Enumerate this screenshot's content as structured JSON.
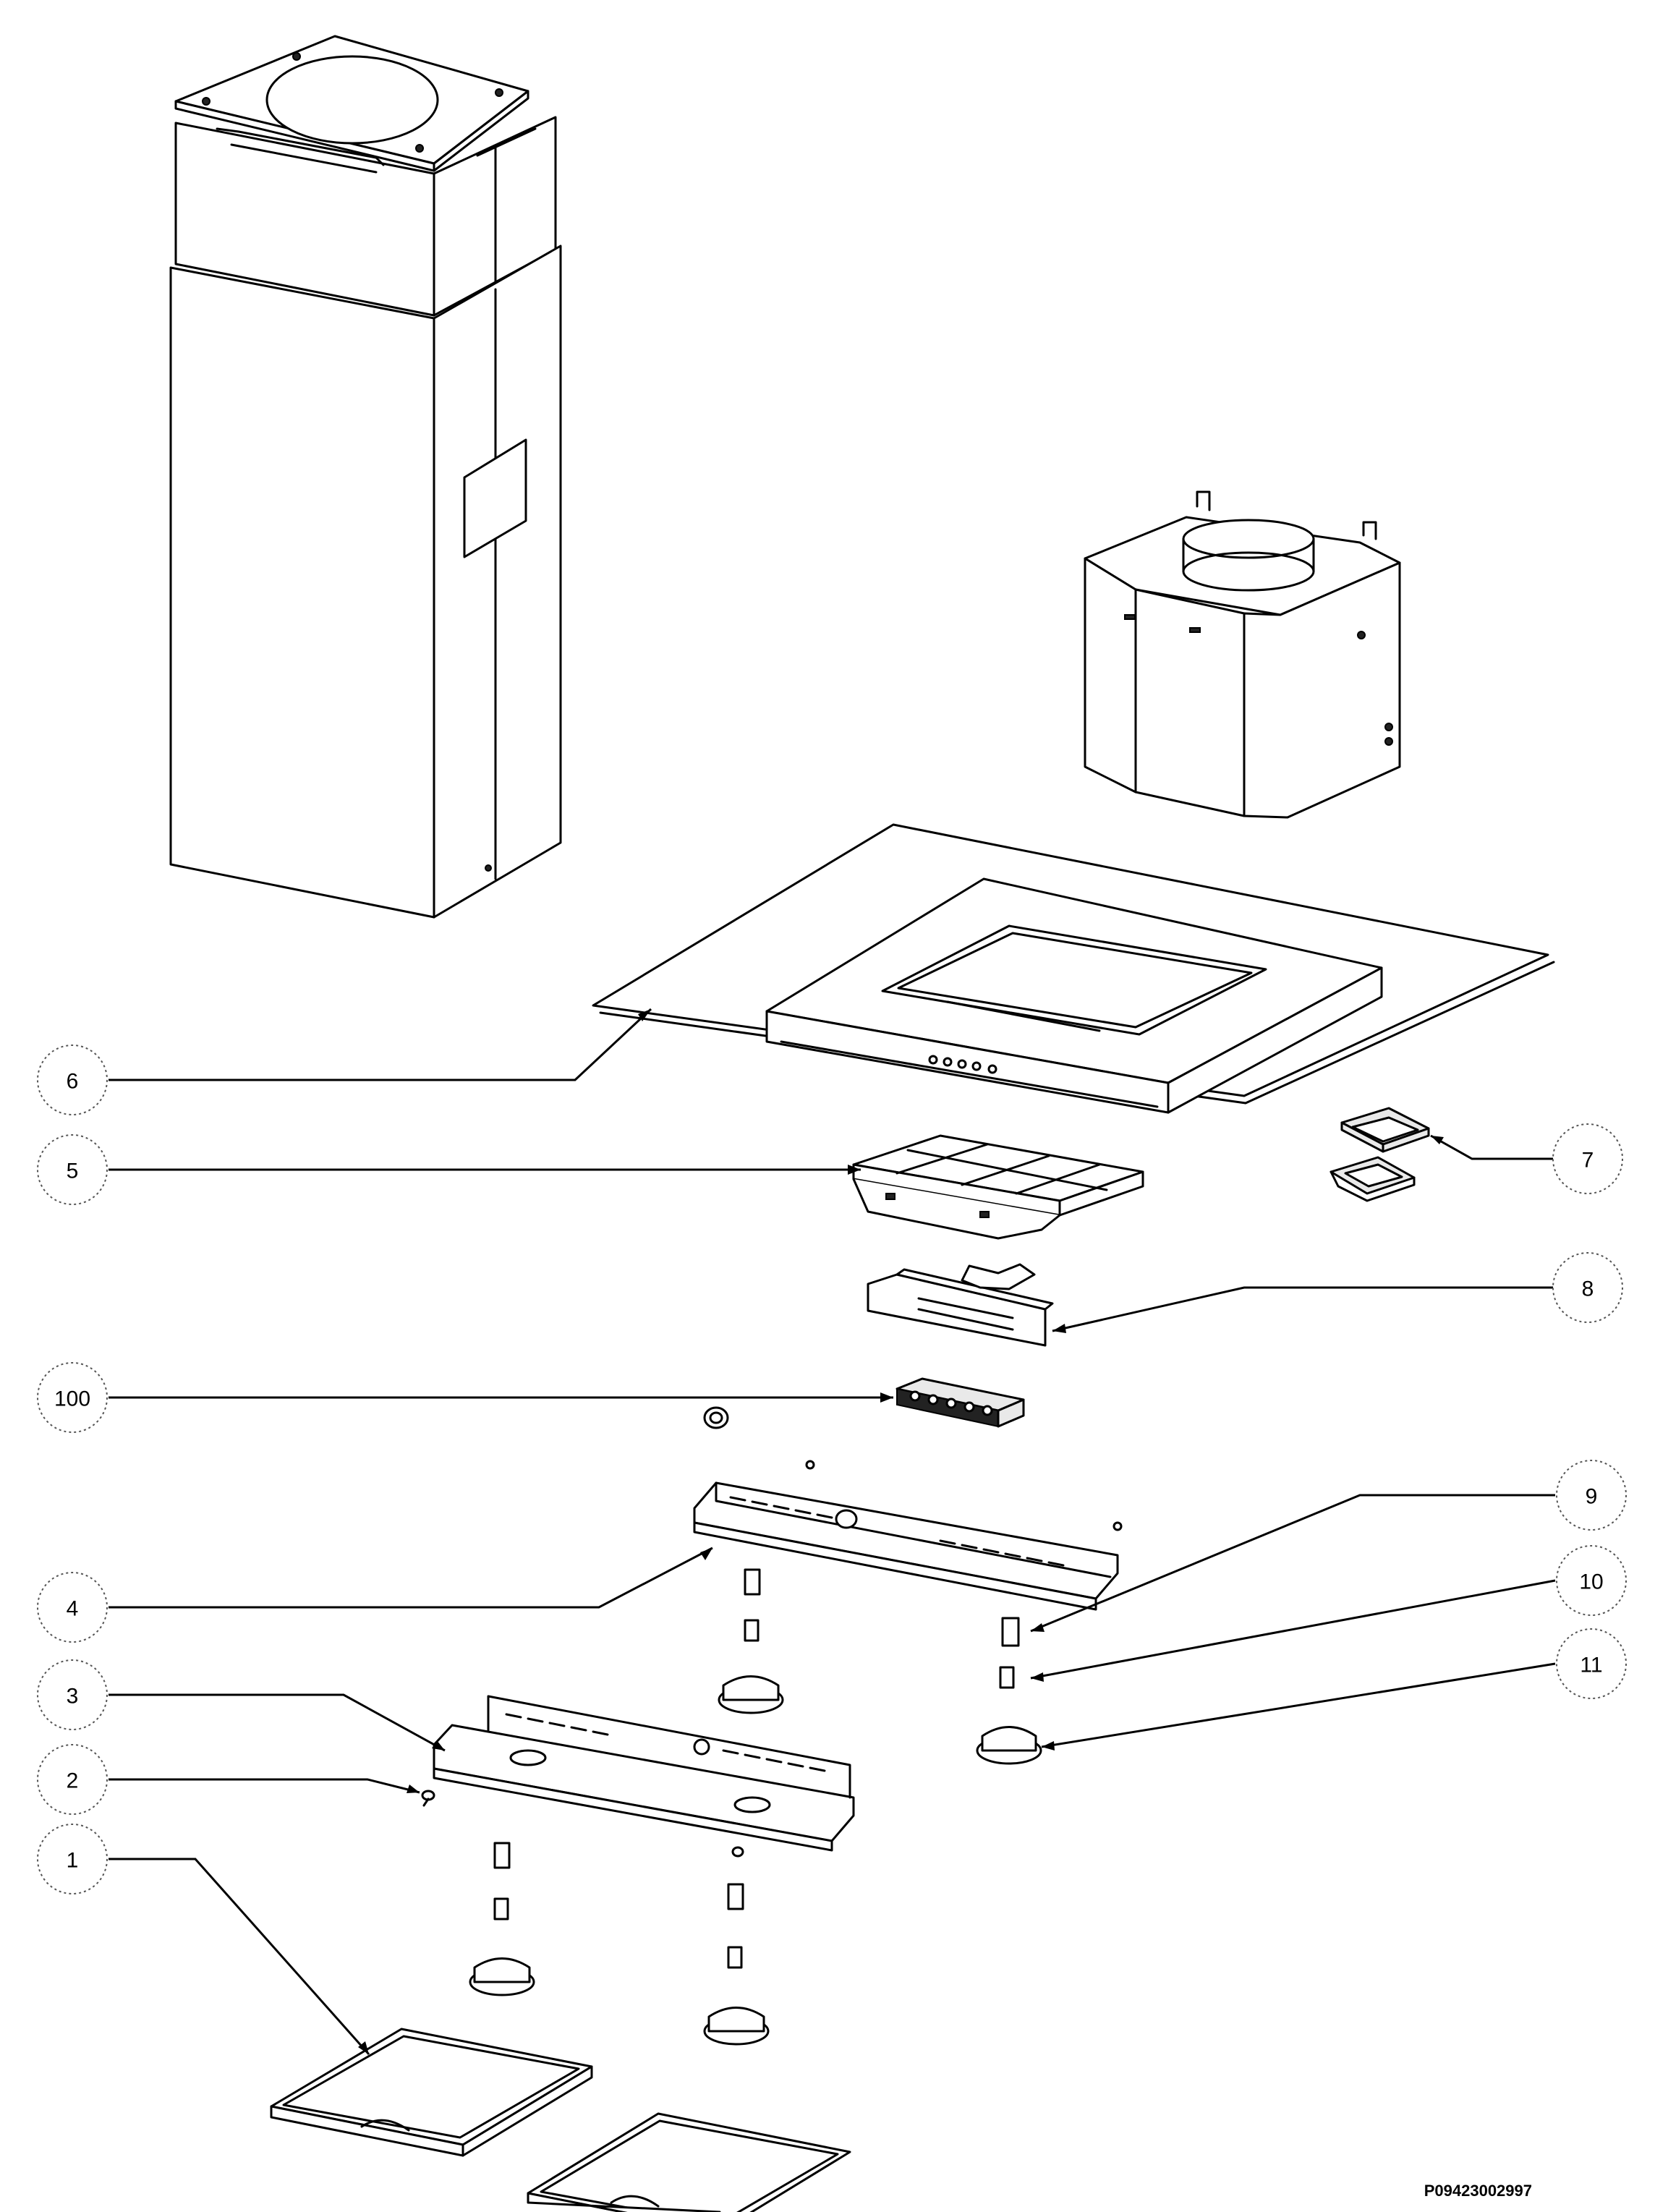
{
  "document": {
    "reference_code": "P09423002997"
  },
  "callouts": [
    {
      "id": "c6",
      "label": "6"
    },
    {
      "id": "c5",
      "label": "5"
    },
    {
      "id": "c7",
      "label": "7"
    },
    {
      "id": "c8",
      "label": "8"
    },
    {
      "id": "c100",
      "label": "100"
    },
    {
      "id": "c9",
      "label": "9"
    },
    {
      "id": "c4",
      "label": "4"
    },
    {
      "id": "c10",
      "label": "10"
    },
    {
      "id": "c3",
      "label": "3"
    },
    {
      "id": "c11",
      "label": "11"
    },
    {
      "id": "c2",
      "label": "2"
    },
    {
      "id": "c1",
      "label": "1"
    }
  ]
}
